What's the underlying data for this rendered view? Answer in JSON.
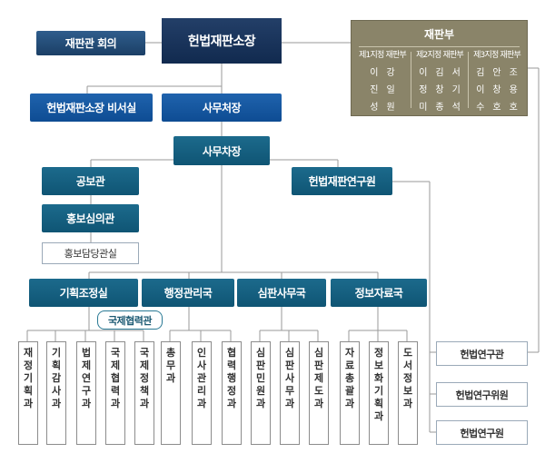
{
  "chief": "헌법재판소장",
  "council": "재판관 회의",
  "secretariat": "헌법재판소장 비서실",
  "secretary_general": "사무처장",
  "deputy_secretary_general": "사무차장",
  "research_institute": "헌법재판연구원",
  "pr_officer": "공보관",
  "pr_advisor": "홍보심의관",
  "pr_manager": "홍보담당관실",
  "departments": [
    "기획조정실",
    "행정관리국",
    "심판사무국",
    "정보자료국"
  ],
  "intl_cooperation": "국제협력관",
  "sections": [
    [
      "재",
      "정",
      "기",
      "획",
      "과"
    ],
    [
      "기",
      "획",
      "감",
      "사",
      "과"
    ],
    [
      "법",
      "제",
      "연",
      "구",
      "과"
    ],
    [
      "국",
      "제",
      "협",
      "력",
      "과"
    ],
    [
      "국",
      "제",
      "정",
      "책",
      "과"
    ],
    [
      "총",
      "무",
      "과"
    ],
    [
      "인",
      "사",
      "관",
      "리",
      "과"
    ],
    [
      "협",
      "력",
      "행",
      "정",
      "과"
    ],
    [
      "심",
      "판",
      "민",
      "원",
      "과"
    ],
    [
      "심",
      "판",
      "사",
      "무",
      "과"
    ],
    [
      "심",
      "판",
      "제",
      "도",
      "과"
    ],
    [
      "자",
      "료",
      "총",
      "괄",
      "과"
    ],
    [
      "정",
      "보",
      "화",
      "기",
      "획",
      "과"
    ],
    [
      "도",
      "서",
      "정",
      "보",
      "과"
    ]
  ],
  "research_roles": [
    "헌법연구관",
    "헌법연구위원",
    "헌법연구원"
  ],
  "judiciary": {
    "title": "재판부",
    "benches": [
      {
        "label": "제1지정 재판부",
        "names": [
          [
            "이",
            "강"
          ],
          [
            "진",
            "일"
          ],
          [
            "성",
            "원"
          ]
        ]
      },
      {
        "label": "제2지정 재판부",
        "names": [
          [
            "이",
            "김",
            "서"
          ],
          [
            "정",
            "창",
            "기"
          ],
          [
            "미",
            "종",
            "석"
          ]
        ]
      },
      {
        "label": "제3지정 재판부",
        "names": [
          [
            "김",
            "안",
            "조"
          ],
          [
            "이",
            "창",
            "용"
          ],
          [
            "수",
            "호",
            "호"
          ]
        ]
      }
    ]
  }
}
